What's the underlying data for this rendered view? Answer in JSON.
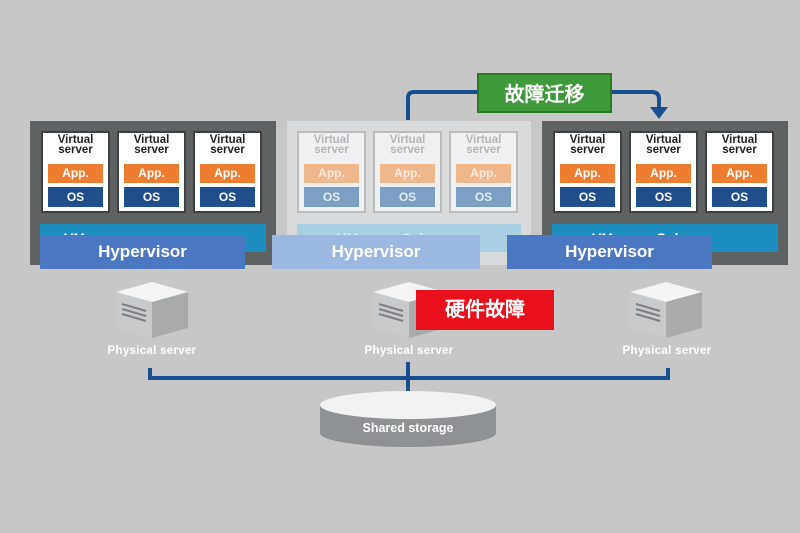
{
  "virtual_server_label": "Virtual\nserver",
  "app_label": "App.",
  "os_label": "OS",
  "hypervisor_label": "Hypervisor",
  "host_layer_left": "VM",
  "host_layer_middle": "VMware vSphere",
  "host_layer_right": "VMware vSphere",
  "physical_server_label": "Physical server",
  "shared_storage_label": "Shared storage",
  "migration_label": "故障迁移",
  "hardware_fault_label": "硬件故障",
  "colors": {
    "background": "#c7c7c7",
    "host_box": "#5f6263",
    "app": "#ed7d31",
    "os": "#1f4e8c",
    "vmware_bar": "#1e8dbf",
    "hypervisor": "#4a78c2",
    "migration_badge": "#3f9a3a",
    "fault_badge": "#e8111c",
    "connector": "#1a4f8f"
  },
  "icons": [
    "server-icon",
    "storage-cylinder-icon",
    "migration-arrow-icon"
  ]
}
